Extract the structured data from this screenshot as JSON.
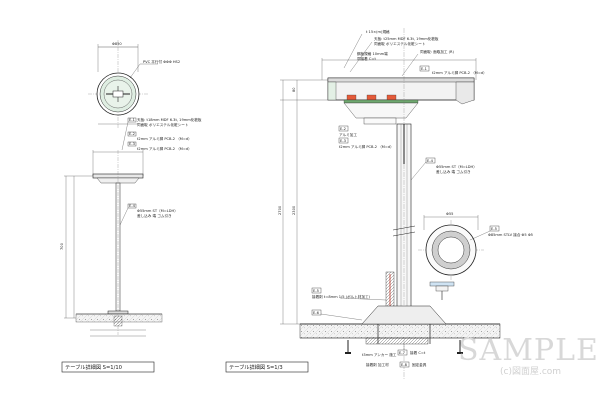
{
  "drawing": {
    "left_title": "テーブル詳細図 S=1/10",
    "right_title": "テーブル詳細図 S=1/3",
    "left_notes": [
      "PVC 平行付 ΦΦΦ HS2",
      "天板: t18mm MDF 6.3t, 19mm化粧板",
      "同面取 ポリエステル化粧シート",
      "t2mm アルミ脚 PCB-2 （M=d）",
      "Φ55mm ST（M=LDH）",
      "差し込み 端 ゴム引き"
    ],
    "right_notes": [
      "t 15×(m)規格",
      "天板: t25mm MDF 6.3t, 19mm化粧板",
      "同面取 ポリエステル化粧シート",
      "同面取: 面取加工 (R)",
      "鋼板規格 10mm端",
      "同接着 C=t",
      "t2mm アルミ脚 PCB-2 （M=d）",
      "アルミ加工",
      "Φ55mm ST（M=LDH）",
      "差し込み 端 ゴム引き",
      "Φ85mm STLV 接合 Φ5 Φ5",
      "接着剤 t=8mm 1/5 (ボルト材加工)",
      "t3mm アンカー 施工",
      "接着 C=t",
      "接着剤 加工材",
      "固定金具"
    ],
    "tags": [
      "E-1",
      "E-2",
      "E-3",
      "E-4",
      "E-5",
      "E-6",
      "E-7",
      "E-8"
    ],
    "dimensions": {
      "plan_width": "Φ850",
      "elev_height": "700",
      "top_thickness": "30",
      "right_height": "2700",
      "right_height2": "2300",
      "right_top": "80",
      "detail_dia": "Φ55"
    },
    "watermark": "SAMPLE",
    "watermark_sub": "(c)図面屋.com"
  }
}
